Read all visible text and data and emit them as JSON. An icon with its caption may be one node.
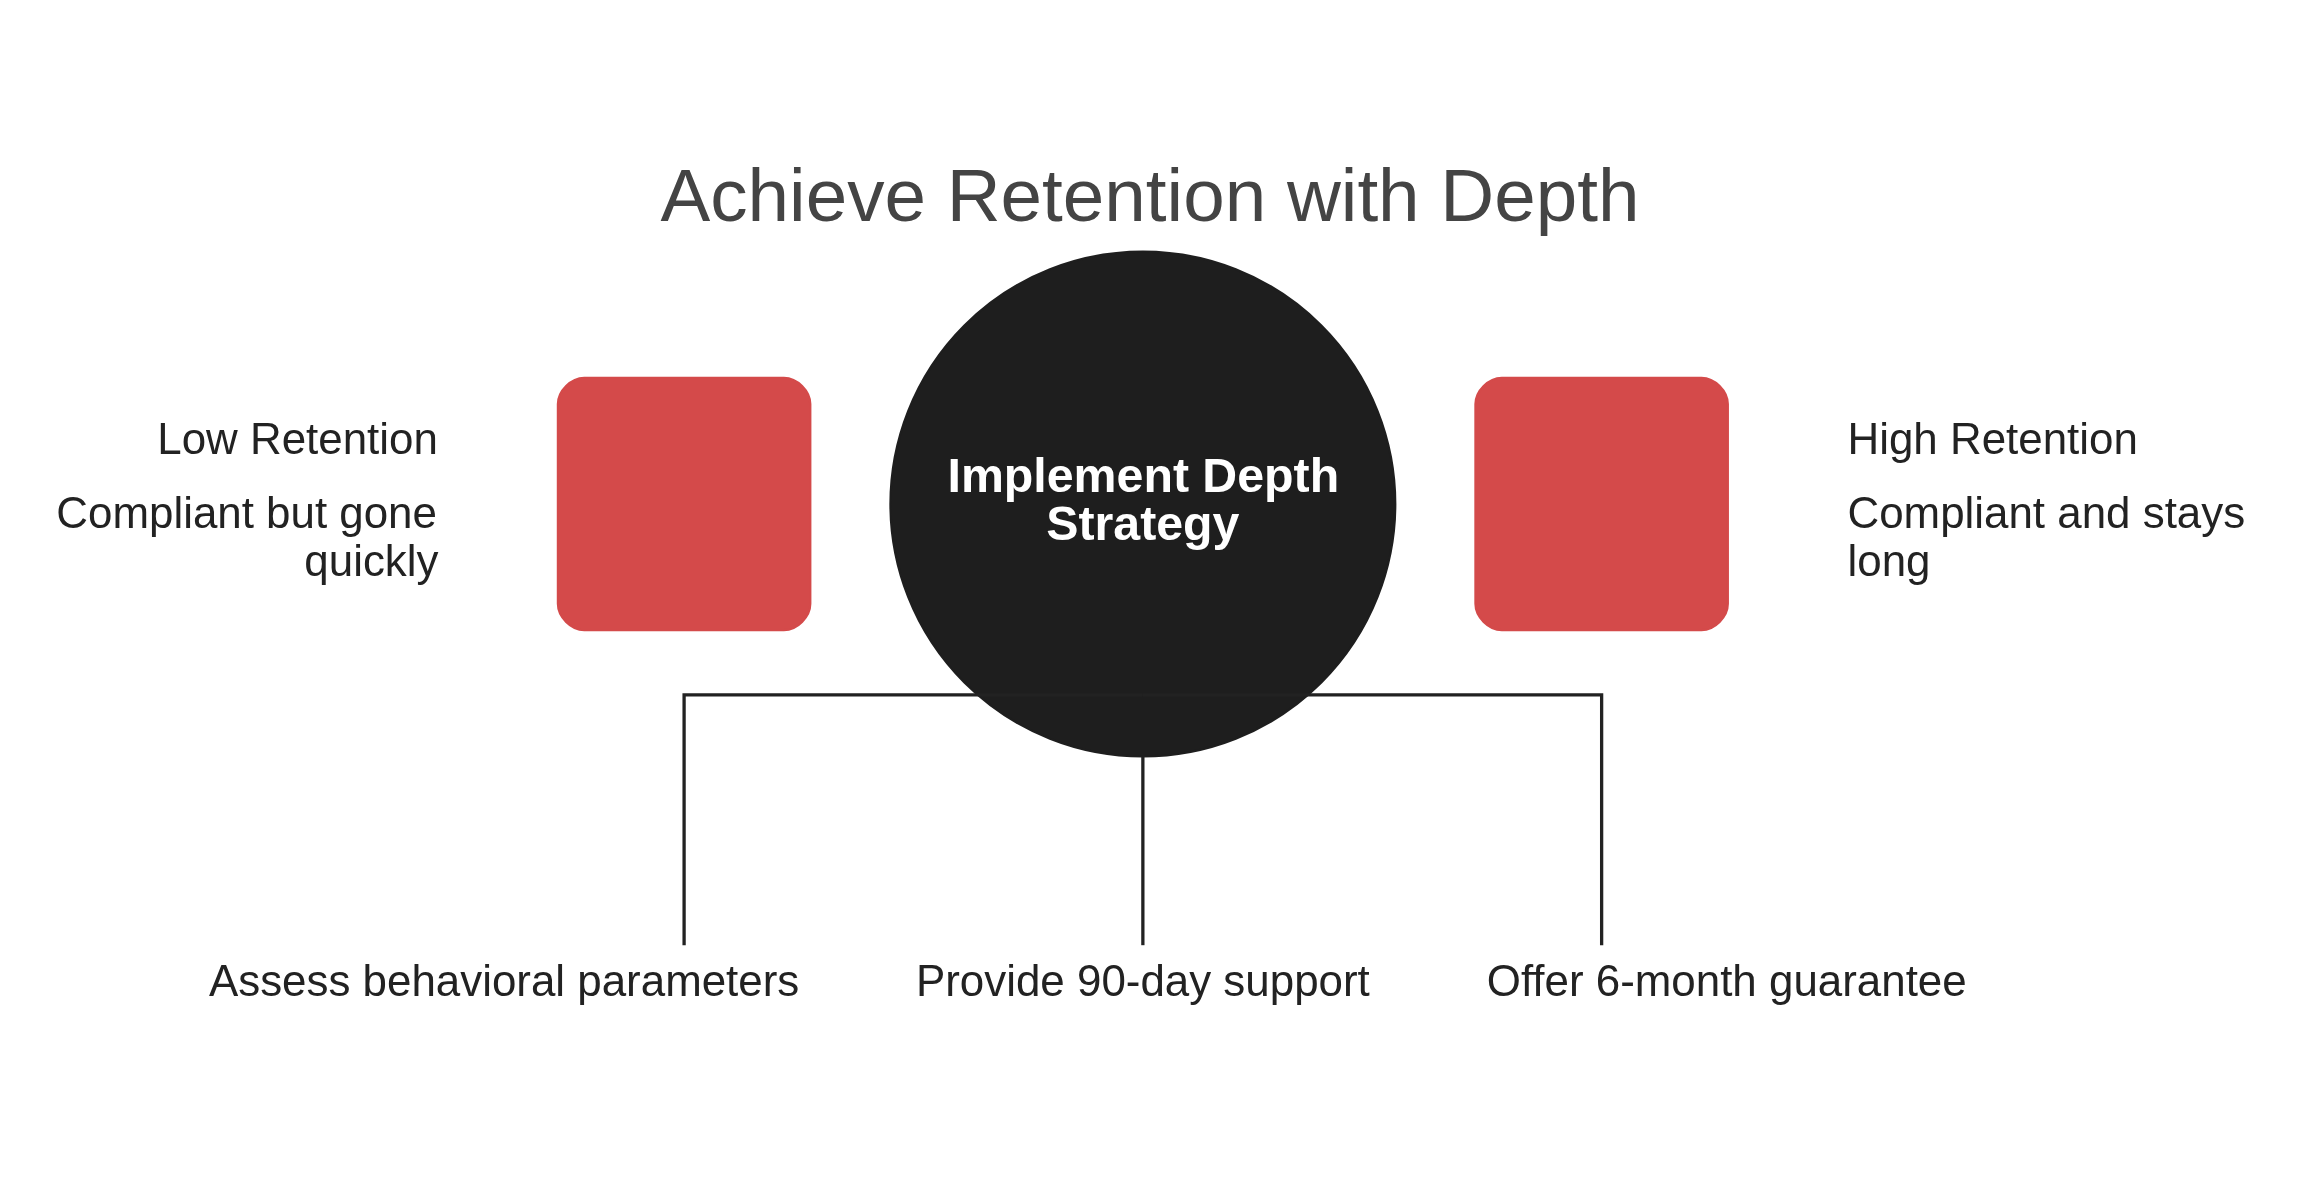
{
  "diagram": {
    "title": "Achieve Retention with Depth",
    "nodes": [
      {
        "text": [
          "Implement Depth Strategy"
        ]
      },
      {
        "text": [],
        "shape": "box",
        "beside": [
          "Low Retention",
          "Compliant but gone quickly"
        ]
      },
      {
        "text": [],
        "shape": "box",
        "beside": [
          "High Retention",
          "Compliant and stays long"
        ]
      },
      {
        "text": [
          "Assess behavioral parameters"
        ]
      },
      {
        "text": [
          "Provide 90-day support"
        ]
      },
      {
        "text": [
          "Offer 6-month guarantee"
        ]
      }
    ],
    "edges": [
      {
        "from": 0,
        "to": 3,
        "arrow": "none"
      },
      {
        "from": 0,
        "to": 4,
        "arrow": "none"
      },
      {
        "from": 0,
        "to": 5,
        "arrow": "none"
      }
    ]
  }
}
